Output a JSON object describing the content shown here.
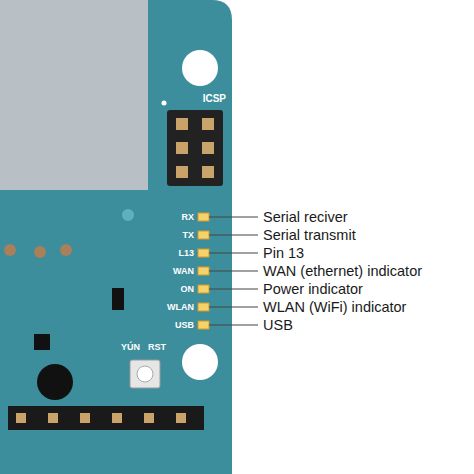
{
  "diagram": {
    "labels": [
      "ICSP",
      "RX",
      "TX",
      "L13",
      "WAN",
      "ON",
      "WLAN",
      "USB",
      "Serial reciver",
      "Serial transmit",
      "Pin 13",
      "WAN (ethernet) indicator",
      "Power indicator",
      "WLAN (WiFi) indicator",
      "USB",
      "YÚN",
      "RST"
    ]
  }
}
